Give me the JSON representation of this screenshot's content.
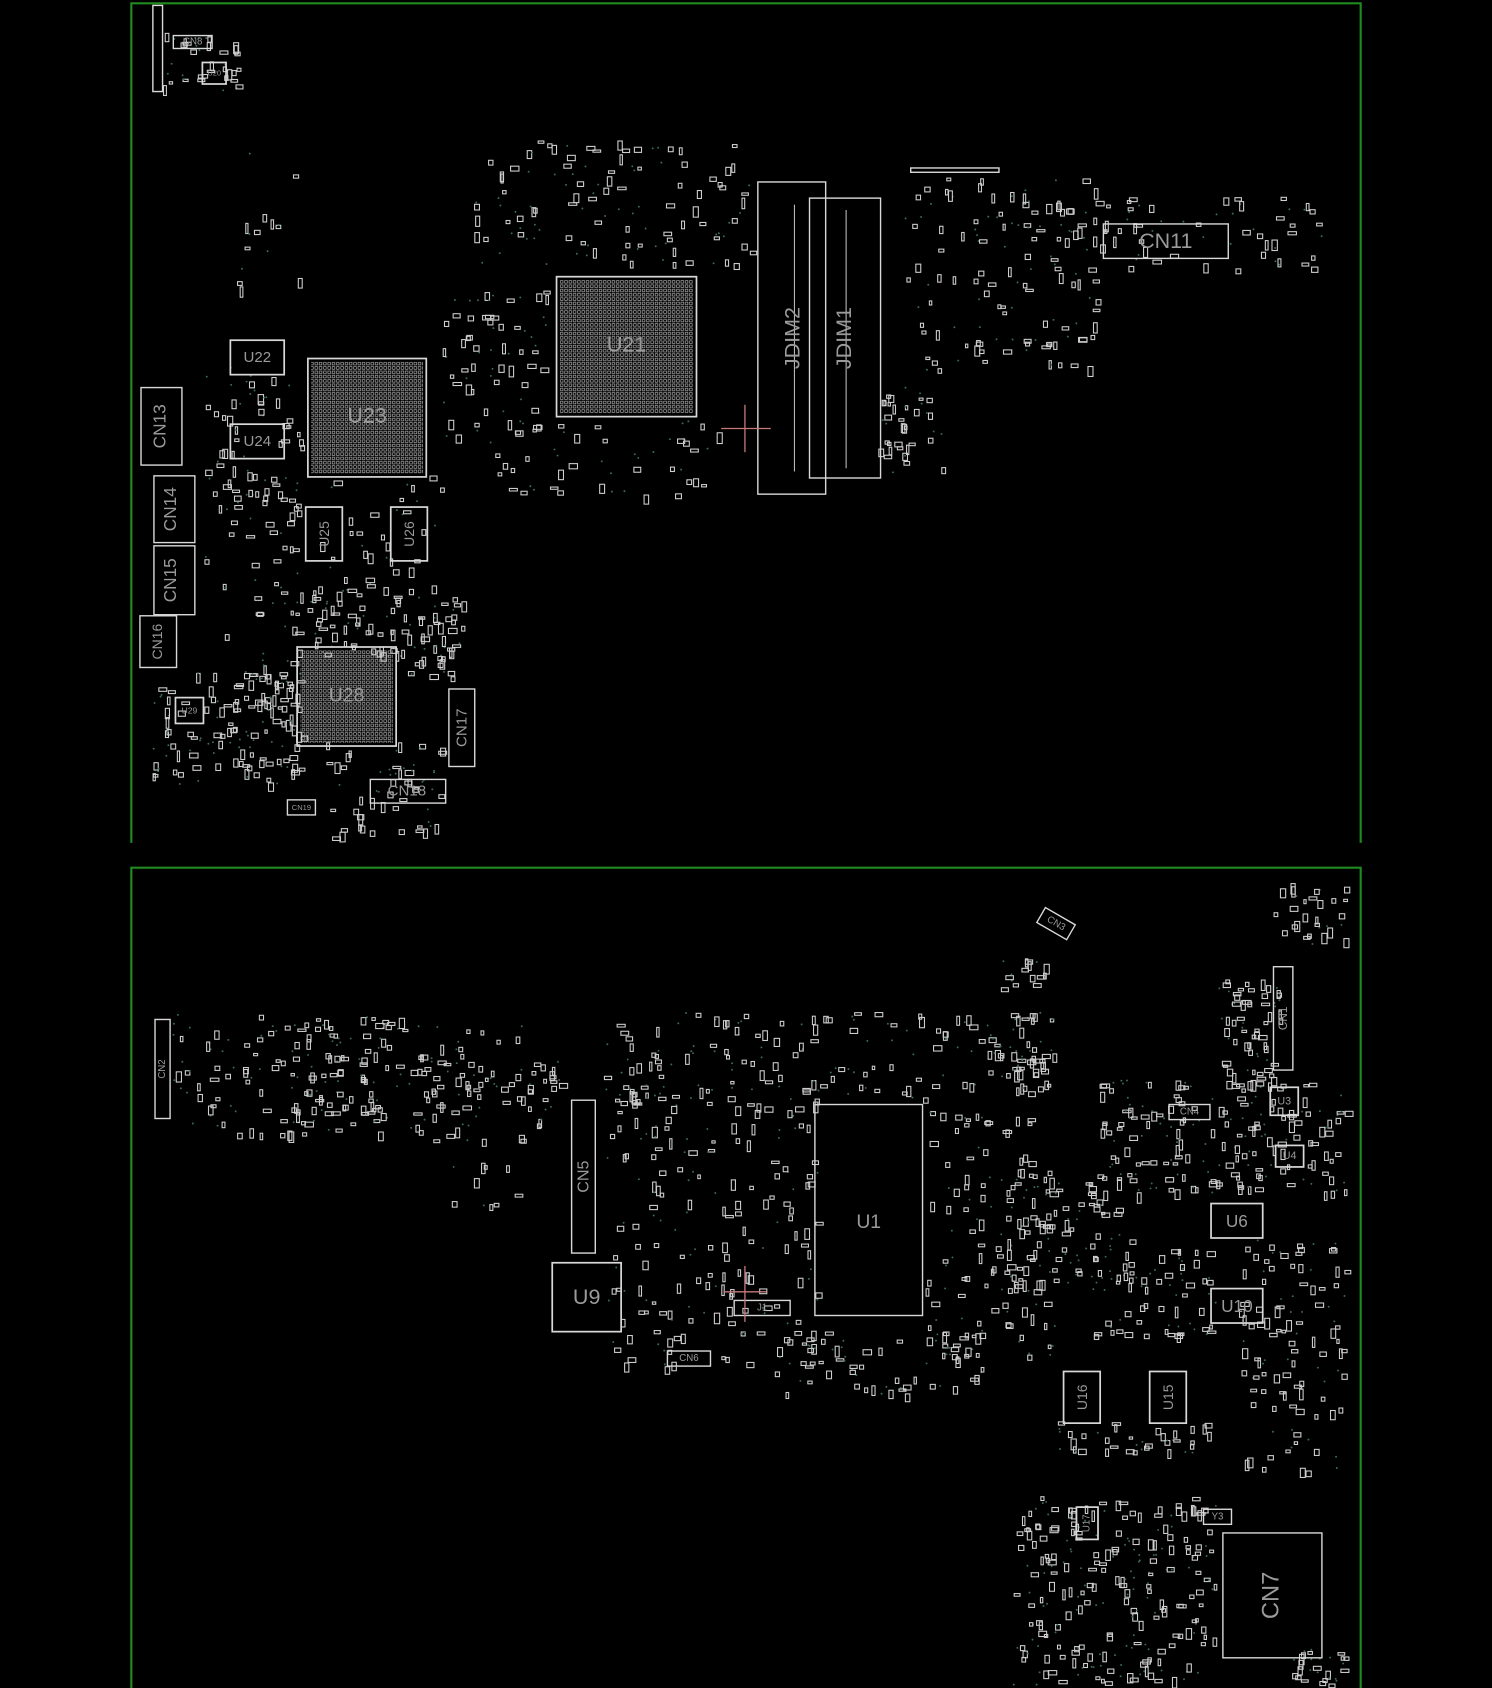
{
  "colors": {
    "background": "#000000",
    "board_edge": "#1f8a1f",
    "outline": "#d8d8d8",
    "label": "#9a9a9a",
    "cursor": "#c87a7a"
  },
  "top_side": {
    "components": {
      "U21": "U21",
      "U22": "U22",
      "U23": "U23",
      "U24": "U24",
      "U25": "U25",
      "U26": "U26",
      "U28": "U28",
      "U29": "U29",
      "U20": "U20",
      "CN8": "CN8",
      "CN11": "CN11",
      "CN13": "CN13",
      "CN14": "CN14",
      "CN15": "CN15",
      "CN16": "CN16",
      "CN17": "CN17",
      "CN18": "CN18",
      "CN19": "CN19",
      "JDIM1": "JDIM1",
      "JDIM2": "JDIM2"
    }
  },
  "bottom_side": {
    "components": {
      "CN1": "CN1",
      "CN2": "CN2",
      "CN3": "CN3",
      "CN4": "CN4",
      "CN5": "CN5",
      "CN6": "CN6",
      "CN7": "CN7",
      "U1": "U1",
      "U3": "U3",
      "U4": "U4",
      "U6": "U6",
      "U9": "U9",
      "U10": "U10",
      "U15": "U15",
      "U16": "U16",
      "U17": "U17",
      "Y3": "Y3",
      "J1": "J1"
    }
  }
}
